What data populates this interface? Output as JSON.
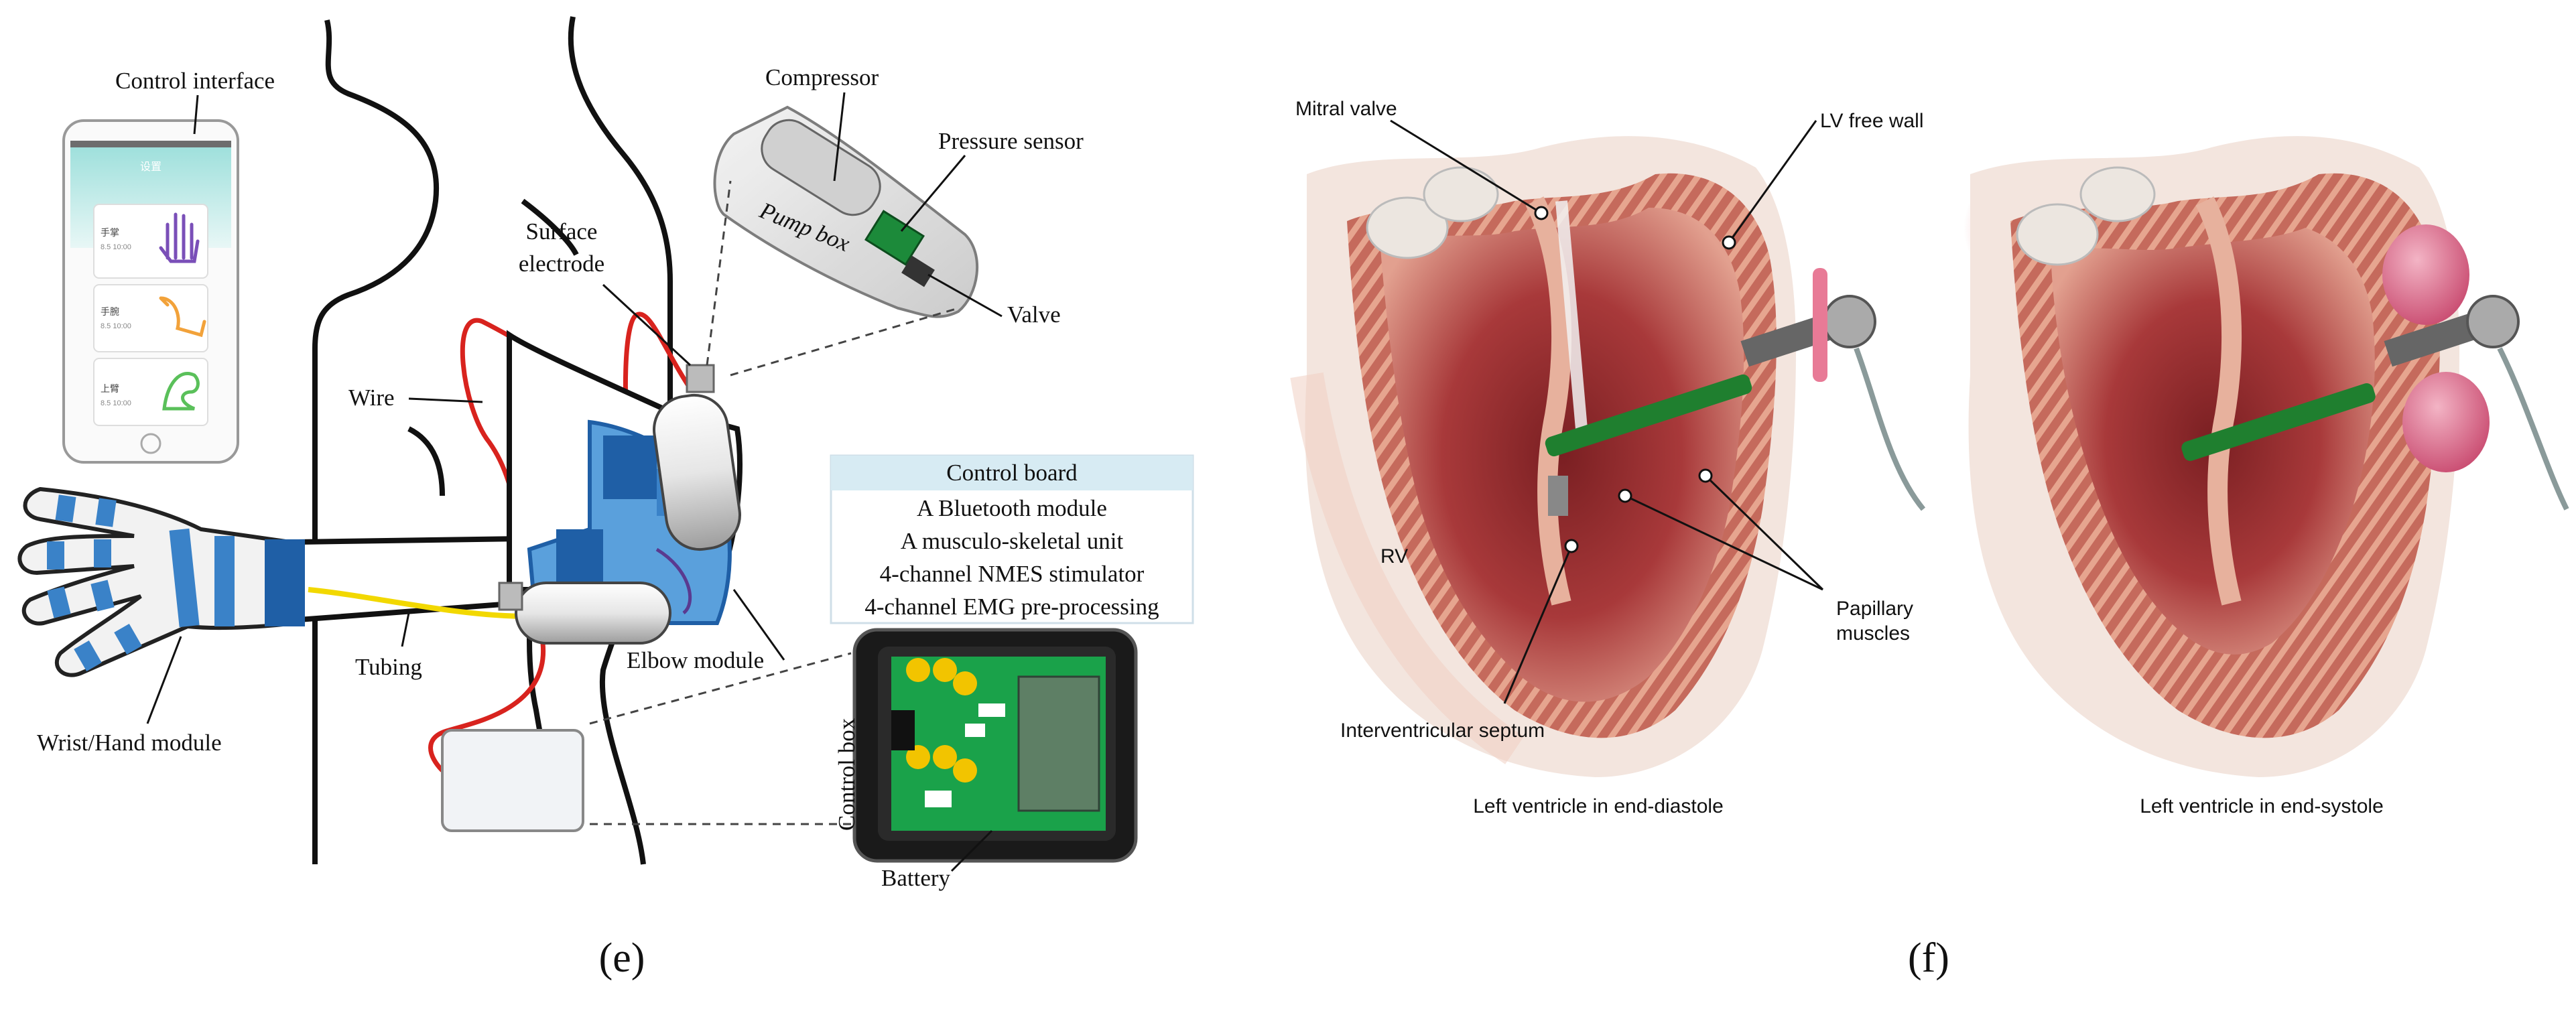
{
  "panel_e": {
    "letter": "(e)",
    "labels": {
      "control_interface": "Control interface",
      "compressor": "Compressor",
      "pressure_sensor": "Pressure sensor",
      "pump_box": "Pump box",
      "valve": "Valve",
      "surface_electrode_1": "Surface",
      "surface_electrode_2": "electrode",
      "wire": "Wire",
      "tubing": "Tubing",
      "elbow_module": "Elbow module",
      "wrist_hand_module": "Wrist/Hand module",
      "control_box": "Control box",
      "battery": "Battery"
    },
    "control_board": {
      "title": "Control board",
      "items": [
        "A Bluetooth module",
        "A musculo-skeletal unit",
        "4-channel NMES stimulator",
        "4-channel EMG pre-processing"
      ]
    },
    "phone_cards": [
      {
        "title": "手掌",
        "sub": "8.5  10:00"
      },
      {
        "title": "手腕",
        "sub": "8.5  10:00"
      },
      {
        "title": "上臂",
        "sub": "8.5  10:00"
      }
    ],
    "phone_header": "设置"
  },
  "panel_f": {
    "letter": "(f)",
    "labels": {
      "mitral_valve": "Mitral valve",
      "lv_free_wall": "LV free wall",
      "rv": "RV",
      "papillary_1": "Papillary",
      "papillary_2": "muscles",
      "septum": "Interventricular septum",
      "diastole": "Left ventricle in end-diastole",
      "systole": "Left ventricle in end-systole"
    }
  },
  "colors": {
    "module_blue": "#3a82c8",
    "module_dark": "#1f5fa6",
    "wire_red": "#d8231e",
    "tubing_yellow": "#f2d800",
    "board_green": "#1aa24a",
    "heart_red": "#b8453f",
    "heart_pink": "#d78a78",
    "implant_green": "#1f7f2f",
    "balloon_pink": "#d8607e"
  }
}
